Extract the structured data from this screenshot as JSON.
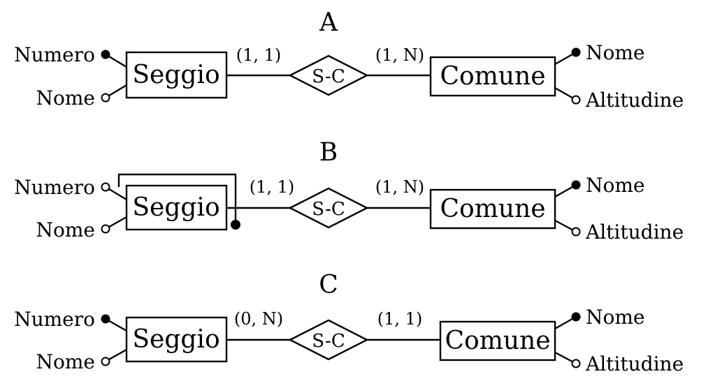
{
  "diagrams": [
    {
      "title": "A",
      "left_entity": "Seggio",
      "relationship": "S-C",
      "right_entity": "Comune",
      "left_cardinality": "(1, 1)",
      "right_cardinality": "(1, N)",
      "left_attributes": [
        {
          "name": "Numero",
          "identifier": true
        },
        {
          "name": "Nome",
          "identifier": false
        }
      ],
      "right_attributes": [
        {
          "name": "Nome",
          "identifier": true
        },
        {
          "name": "Altitudine",
          "identifier": false
        }
      ]
    },
    {
      "title": "B",
      "left_entity": "Seggio",
      "relationship": "S-C",
      "right_entity": "Comune",
      "left_cardinality": "(1, 1)",
      "right_cardinality": "(1, N)",
      "external_identifier": true,
      "left_attributes": [
        {
          "name": "Numero",
          "identifier": false
        },
        {
          "name": "Nome",
          "identifier": false
        }
      ],
      "right_attributes": [
        {
          "name": "Nome",
          "identifier": true
        },
        {
          "name": "Altitudine",
          "identifier": false
        }
      ]
    },
    {
      "title": "C",
      "left_entity": "Seggio",
      "relationship": "S-C",
      "right_entity": "Comune",
      "left_cardinality": "(0, N)",
      "right_cardinality": "(1, 1)",
      "left_attributes": [
        {
          "name": "Numero",
          "identifier": true
        },
        {
          "name": "Nome",
          "identifier": false
        }
      ],
      "right_attributes": [
        {
          "name": "Nome",
          "identifier": true
        },
        {
          "name": "Altitudine",
          "identifier": false
        }
      ]
    }
  ]
}
